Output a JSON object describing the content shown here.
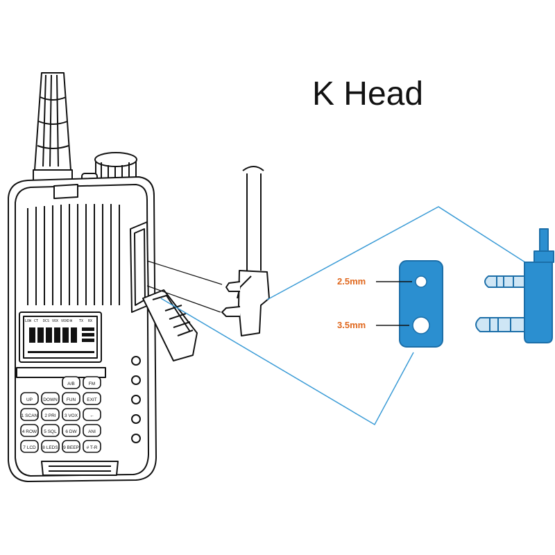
{
  "title": "K Head",
  "connector": {
    "pin_small_label": "2.5mm",
    "pin_large_label": "3.5mm",
    "label_color": "#e0681e",
    "connector_color": "#2b8fd0"
  },
  "radio": {
    "lcd_labels": [
      "LOW",
      "CT",
      "DCS",
      "VOX",
      "VOXD",
      "W",
      "TX",
      "RX"
    ],
    "keys": [
      [
        "",
        "",
        "A/B",
        "FM"
      ],
      [
        "UP",
        "DOWN",
        "FUN",
        "EXIT"
      ],
      [
        "1 SCAN",
        "2 PRI",
        "3 VOX",
        "←"
      ],
      [
        "4 ROW",
        "5 SQL",
        "6 DW",
        "ANI"
      ],
      [
        "7 LCD",
        "8 LEDS",
        "9 BEEP",
        "# T-R"
      ]
    ]
  },
  "colors": {
    "line": "#111111",
    "leader": "#3a9bd6",
    "accent": "#2b8fd0"
  }
}
